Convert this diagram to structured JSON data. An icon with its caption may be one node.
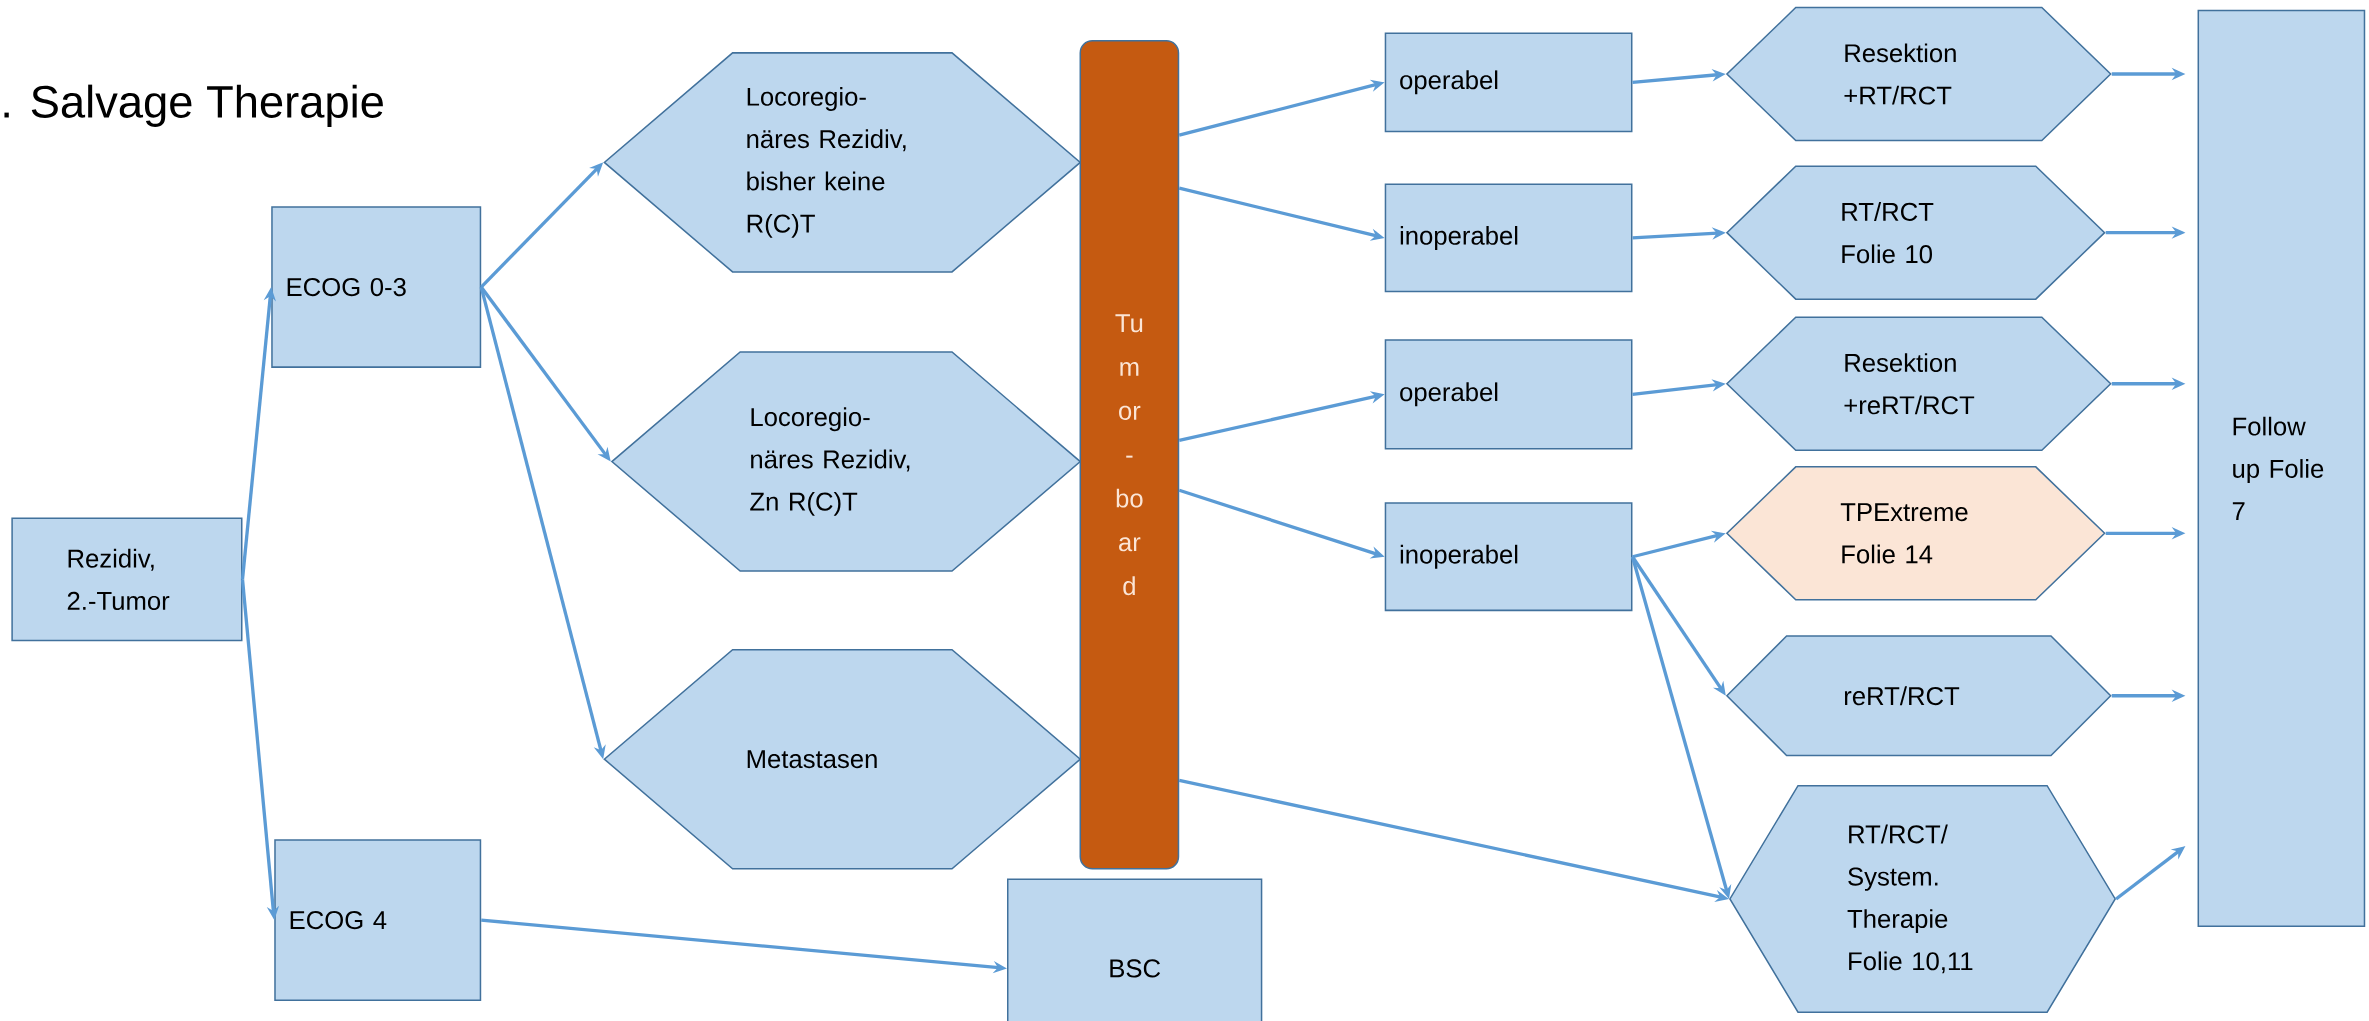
{
  "diagram": {
    "title": ". Salvage Therapie",
    "nodes": [
      {
        "text": [
          "Rezidiv, 2.-Tumor"
        ]
      },
      {
        "text": [
          "ECOG 0-3"
        ]
      },
      {
        "text": [
          "ECOG 4"
        ]
      },
      {
        "text": [
          "Locoregio- näres Rezidiv, bisher keine R(C)T"
        ]
      },
      {
        "text": [
          "Locoregio- näres Rezidiv, Zn R(C)T"
        ]
      },
      {
        "text": [
          "Metastasen"
        ]
      },
      {
        "text": [
          "Tu m or - bo ar d"
        ]
      },
      {
        "text": [
          "BSC"
        ]
      },
      {
        "text": [
          "operabel"
        ]
      },
      {
        "text": [
          "inoperabel"
        ]
      },
      {
        "text": [
          "operabel"
        ]
      },
      {
        "text": [
          "inoperabel"
        ]
      },
      {
        "text": [
          "Resektion +RT/RCT"
        ]
      },
      {
        "text": [
          "RT/RCT Folie 10"
        ]
      },
      {
        "text": [
          "Resektion +reRT/RCT"
        ]
      },
      {
        "text": [
          "TPExtreme Folie 14"
        ]
      },
      {
        "text": [
          "reRT/RCT"
        ]
      },
      {
        "text": [
          "RT/RCT/ System. Therapie Folie 10,11"
        ]
      },
      {
        "text": [
          "Follow up Folie 7"
        ]
      }
    ],
    "edges": [
      {
        "from": 0,
        "to": 1,
        "arrow": "to"
      },
      {
        "from": 0,
        "to": 2,
        "arrow": "to"
      },
      {
        "from": 1,
        "to": 3,
        "arrow": "to"
      },
      {
        "from": 1,
        "to": 4,
        "arrow": "to"
      },
      {
        "from": 1,
        "to": 5,
        "arrow": "to"
      },
      {
        "from": 2,
        "to": 7,
        "arrow": "to"
      },
      {
        "from": 6,
        "to": 8,
        "arrow": "to"
      },
      {
        "from": 6,
        "to": 9,
        "arrow": "to"
      },
      {
        "from": 6,
        "to": 10,
        "arrow": "to"
      },
      {
        "from": 6,
        "to": 11,
        "arrow": "to"
      },
      {
        "from": 6,
        "to": 17,
        "arrow": "to"
      },
      {
        "from": 8,
        "to": 12,
        "arrow": "to"
      },
      {
        "from": 9,
        "to": 13,
        "arrow": "to"
      },
      {
        "from": 10,
        "to": 14,
        "arrow": "to"
      },
      {
        "from": 11,
        "to": 15,
        "arrow": "to"
      },
      {
        "from": 11,
        "to": 16,
        "arrow": "to"
      },
      {
        "from": 11,
        "to": 17,
        "arrow": "to"
      },
      {
        "from": 12,
        "to": 18,
        "arrow": "to"
      },
      {
        "from": 13,
        "to": 18,
        "arrow": "to"
      },
      {
        "from": 14,
        "to": 18,
        "arrow": "to"
      },
      {
        "from": 15,
        "to": 18,
        "arrow": "to"
      },
      {
        "from": 16,
        "to": 18,
        "arrow": "to"
      },
      {
        "from": 17,
        "to": 18,
        "arrow": "to"
      }
    ]
  }
}
